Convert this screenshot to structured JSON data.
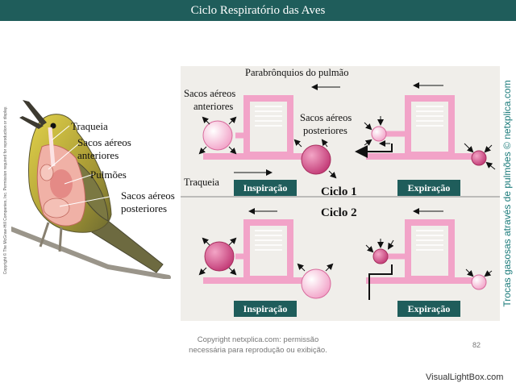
{
  "title": "Ciclo Respiratório das Aves",
  "copyright_vertical": "Copyright © The McGraw-Hill Companies, Inc. Permission required for reproduction or display.",
  "side_vertical": "Trocas gasosas através de pulmões © netxplica.com",
  "bird_labels": {
    "trachea": "Traqueia",
    "anterior_sacs_1": "Sacos aéreos",
    "anterior_sacs_2": "anteriores",
    "lungs": "Pulmões",
    "posterior_sacs_1": "Sacos aéreos",
    "posterior_sacs_2": "posteriores"
  },
  "diagram_labels": {
    "parabronchi": "Parabrônquios do pulmão",
    "anterior_sacs_1": "Sacos aéreos",
    "anterior_sacs_2": "anteriores",
    "posterior_sacs_1": "Sacos aéreos",
    "posterior_sacs_2": "posteriores",
    "trachea": "Traqueia"
  },
  "cycles": {
    "cycle1": "Ciclo 1",
    "cycle2": "Ciclo 2"
  },
  "phases": {
    "c1_inspiration": "Inspiração",
    "c1_expiration": "Expiração",
    "c2_inspiration": "Inspiração",
    "c2_expiration": "Expiração"
  },
  "footer": {
    "line1": "Copyright netxplica.com: permissão",
    "line2": "necessária para reprodução ou exibição."
  },
  "page_number": "82",
  "watermark": "VisualLightBox.com",
  "colors": {
    "title_bar": "#1f5d5b",
    "phase_button": "#1f5d5b",
    "tube_pink": "#f2a3c8",
    "sac_dark": "#d0437f",
    "sac_light": "#f6b8d2",
    "side_text": "#1a7a7a"
  }
}
